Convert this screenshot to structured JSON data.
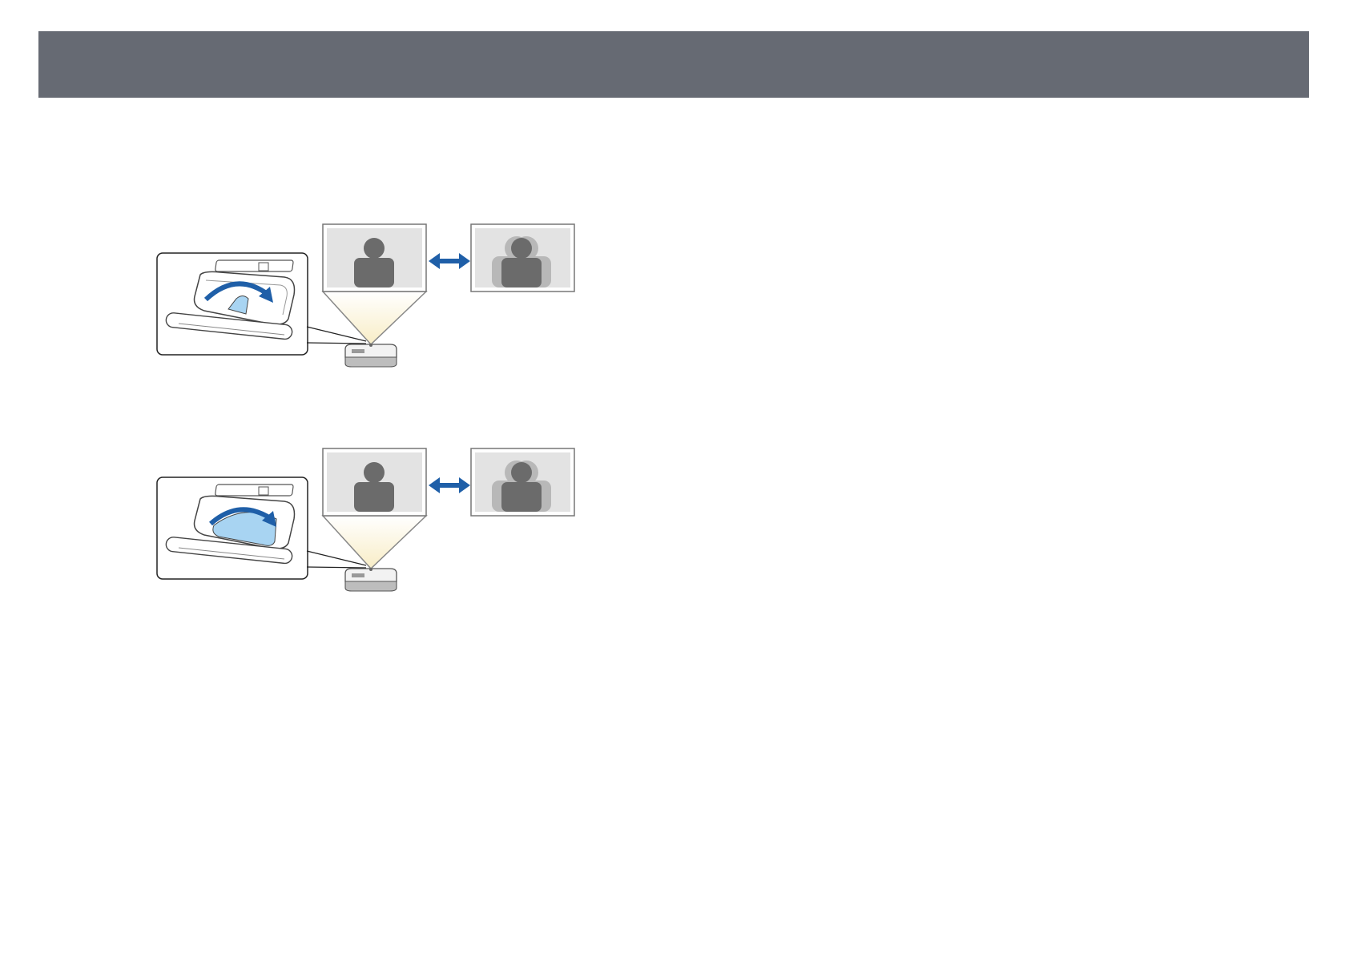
{
  "header": {
    "color": "#666a73"
  },
  "figures": [
    {
      "name": "focus-ring-illustration",
      "highlight": "lever",
      "icons": [
        "zoom-inset",
        "projector",
        "sharp-image",
        "blurry-image",
        "double-arrow"
      ]
    },
    {
      "name": "zoom-ring-illustration",
      "highlight": "ring",
      "icons": [
        "zoom-inset",
        "projector",
        "sharp-image",
        "blurry-image",
        "double-arrow"
      ]
    }
  ],
  "colors": {
    "accent_blue": "#1f5fa8",
    "light_blue": "#a8d4f2",
    "silhouette": "#6b6b6b",
    "frame": "#888888",
    "beam": "#fdf7e3"
  }
}
